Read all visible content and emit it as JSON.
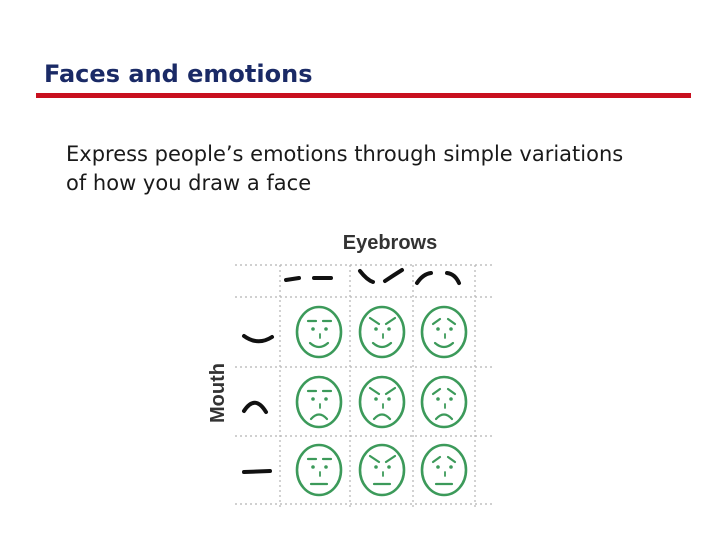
{
  "slide": {
    "title": "Faces and emotions",
    "body": "Express people’s emotions through simple variations of how you draw a face"
  },
  "figure": {
    "column_header": "Eyebrows",
    "row_header": "Mouth",
    "eyebrow_styles": [
      "flat",
      "angry",
      "worried"
    ],
    "mouth_styles": [
      "smile",
      "frown",
      "straight"
    ],
    "face_color": "#3c9a5a",
    "sample_color": "#111111",
    "grid_color": "#b5b5b5"
  }
}
